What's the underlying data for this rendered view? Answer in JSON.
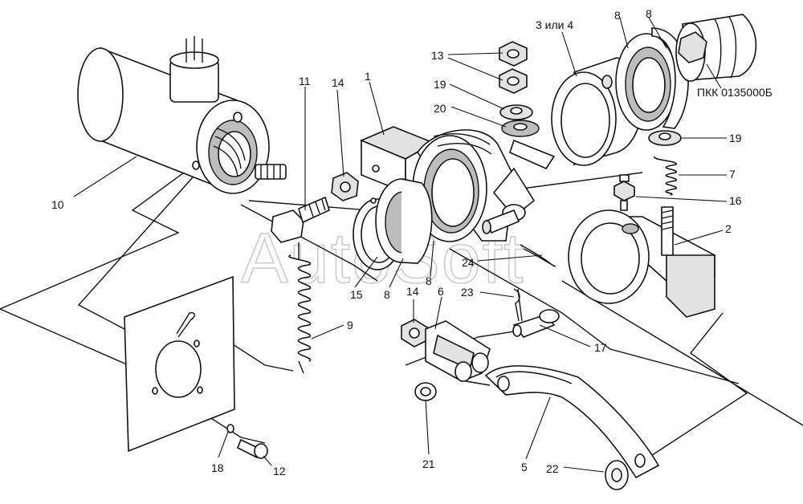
{
  "watermark": "AutoSoft",
  "part_code": "ПКК 0135000Б",
  "labels": {
    "l1": "1",
    "l2": "2",
    "l3or4": "3 или 4",
    "l5": "5",
    "l6": "6",
    "l7": "7",
    "l8a": "8",
    "l8b": "8",
    "l8c": "8",
    "l8d": "8",
    "l9": "9",
    "l10": "10",
    "l11": "11",
    "l12": "12",
    "l13": "13",
    "l14a": "14",
    "l14b": "14",
    "l15": "15",
    "l16": "16",
    "l17": "17",
    "l18": "18",
    "l19a": "19",
    "l19b": "19",
    "l20": "20",
    "l21": "21",
    "l22": "22",
    "l23": "23",
    "l24": "24"
  }
}
